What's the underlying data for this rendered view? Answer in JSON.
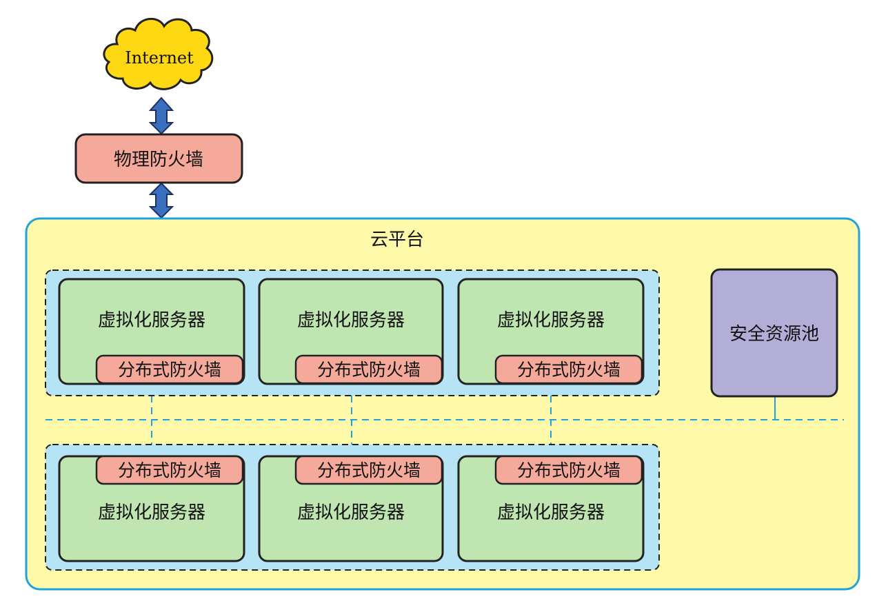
{
  "internet": {
    "label": "Internet",
    "color": "#ffd814"
  },
  "physical_firewall": {
    "label": "物理防火墙",
    "color": "#f4a99a"
  },
  "cloud_platform": {
    "label": "云平台",
    "fill": "#fffaaa",
    "border": "#1ea3dc"
  },
  "security_pool": {
    "label": "安全资源池",
    "color": "#b2aed8"
  },
  "server_groups": [
    {
      "servers": [
        {
          "label": "虚拟化服务器",
          "firewall": "分布式防火墙"
        },
        {
          "label": "虚拟化服务器",
          "firewall": "分布式防火墙"
        },
        {
          "label": "虚拟化服务器",
          "firewall": "分布式防火墙"
        }
      ]
    },
    {
      "servers": [
        {
          "label": "虚拟化服务器",
          "firewall": "分布式防火墙"
        },
        {
          "label": "虚拟化服务器",
          "firewall": "分布式防火墙"
        },
        {
          "label": "虚拟化服务器",
          "firewall": "分布式防火墙"
        }
      ]
    }
  ],
  "colors": {
    "server": "#bfe5b0",
    "group_bg": "#b6e4f4",
    "distributed_firewall": "#f4a99a",
    "arrow": "#3a6fc0",
    "network_line": "#1ea3dc"
  }
}
